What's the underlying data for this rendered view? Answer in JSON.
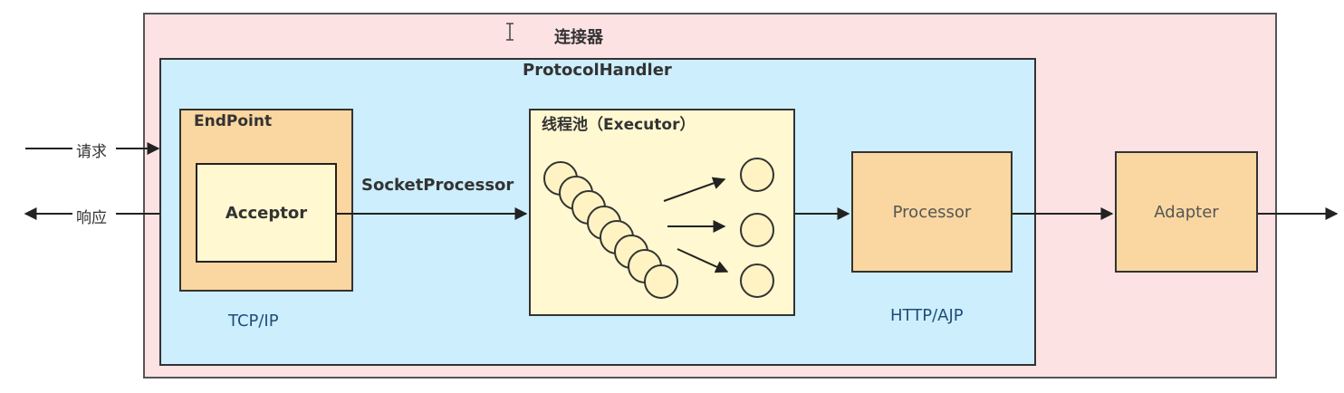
{
  "connector": {
    "label": "连接器"
  },
  "protocol_handler": {
    "label": "ProtocolHandler"
  },
  "endpoint": {
    "label": "EndPoint",
    "protocol_label": "TCP/IP"
  },
  "acceptor": {
    "label": "Acceptor"
  },
  "socket_processor": {
    "label": "SocketProcessor"
  },
  "executor": {
    "label": "线程池（Executor）"
  },
  "processor": {
    "label": "Processor",
    "protocol_label": "HTTP/AJP"
  },
  "adapter": {
    "label": "Adapter"
  },
  "io": {
    "request_label": "请求",
    "response_label": "响应"
  },
  "colors": {
    "connector_bg": "#fde2e4",
    "handler_bg": "#cdeefc",
    "component_bg": "#fad7a0",
    "inner_bg": "#fff8d0",
    "protocol_text": "#1f4e79"
  }
}
